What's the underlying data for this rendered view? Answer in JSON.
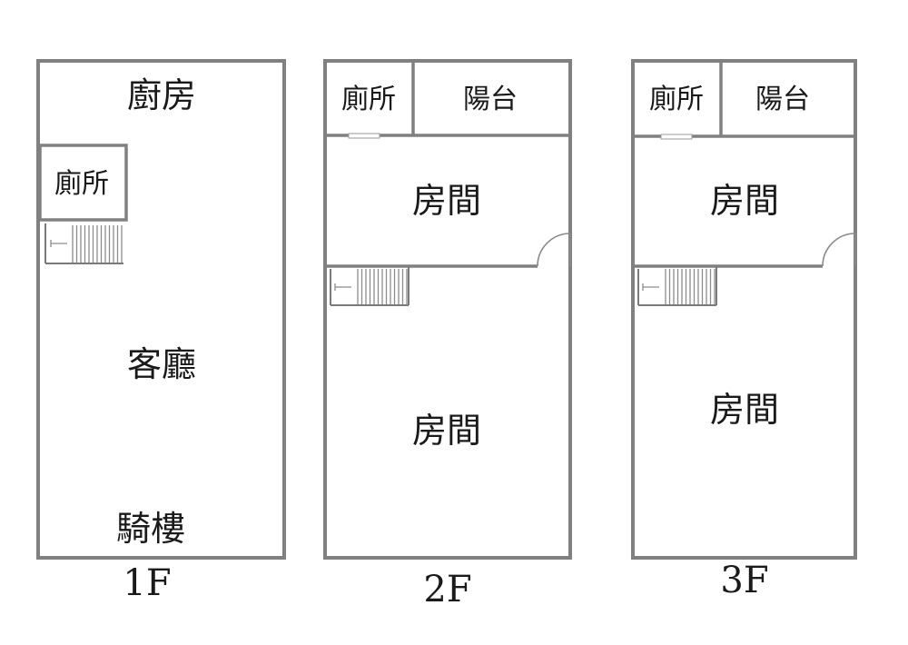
{
  "floors": [
    {
      "label": "1F",
      "rooms": {
        "kitchen": "廚房",
        "toilet": "廁所",
        "living": "客廳",
        "arcade": "騎樓"
      }
    },
    {
      "label": "2F",
      "rooms": {
        "toilet": "廁所",
        "balcony": "陽台",
        "bedroom_upper": "房間",
        "bedroom_lower": "房間"
      }
    },
    {
      "label": "3F",
      "rooms": {
        "toilet": "廁所",
        "balcony": "陽台",
        "bedroom_upper": "房間",
        "bedroom_lower": "房間"
      }
    }
  ],
  "colors": {
    "wall": "#808080",
    "text": "#1a1a1a",
    "background": "#ffffff"
  }
}
